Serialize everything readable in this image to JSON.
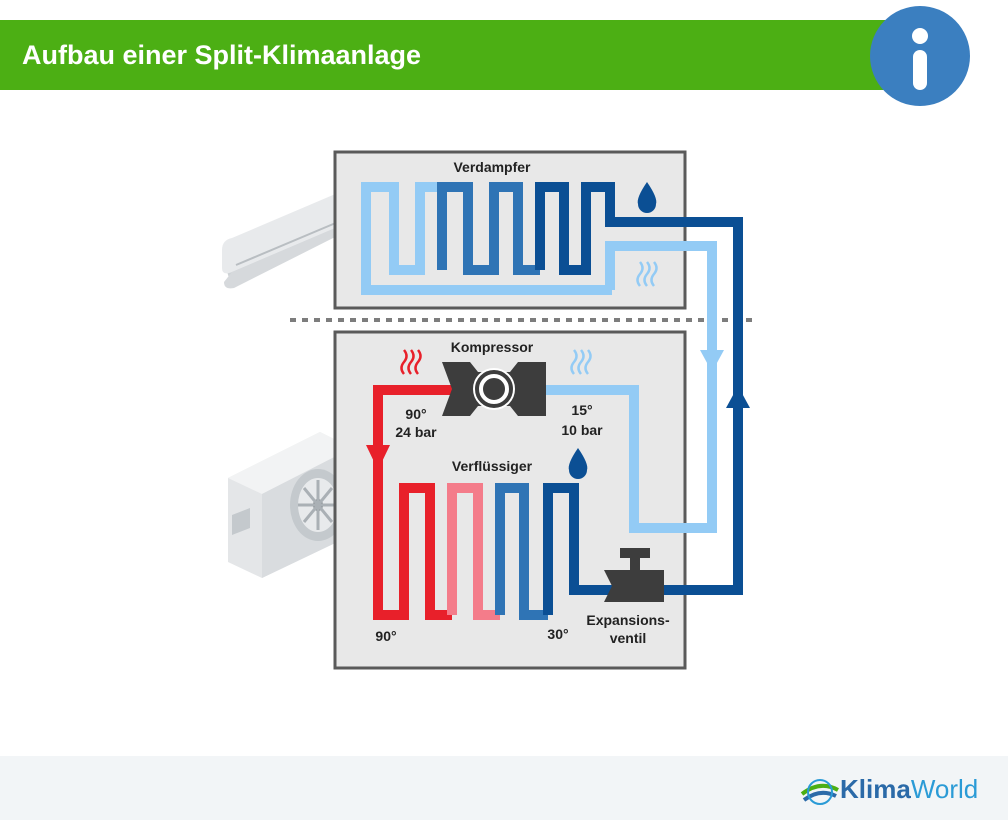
{
  "title": "Aufbau einer Split-Klimaanlage",
  "labels": {
    "evaporator": "Verdampfer",
    "compressor": "Kompressor",
    "hot_temp": "90°",
    "hot_pressure": "24 bar",
    "cold_temp": "15°",
    "cold_pressure": "10 bar",
    "condenser": "Verflüssiger",
    "valve_line1": "Expansions-",
    "valve_line2": "ventil",
    "condenser_in_temp": "90°",
    "condenser_out_temp": "30°"
  },
  "brand": {
    "part1": "Klima",
    "part2": "World"
  },
  "colors": {
    "header_green": "#4caf14",
    "info_blue": "#3b7fc0",
    "dark_blue": "#0b4f94",
    "mid_blue": "#2f74b5",
    "light_blue": "#93cbf5",
    "hot_red": "#e8202a",
    "pink": "#f47c8a"
  }
}
